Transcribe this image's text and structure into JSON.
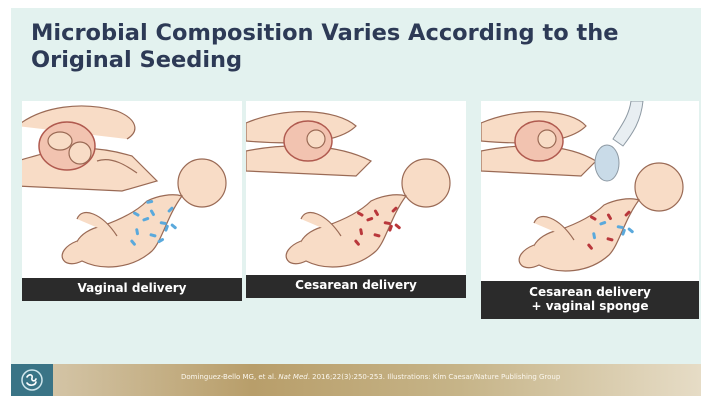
{
  "slide": {
    "title": "Microbial Composition Varies According to the Original Seeding",
    "panels": [
      {
        "caption_lines": [
          "Vaginal delivery"
        ],
        "microbe_color": "#5aa9dc",
        "icon": "vaginal-delivery-illustration"
      },
      {
        "caption_lines": [
          "Cesarean delivery"
        ],
        "microbe_color": "#b9373b",
        "icon": "cesarean-delivery-illustration"
      },
      {
        "caption_lines": [
          "Cesarean delivery",
          "+ vaginal sponge"
        ],
        "microbe_color_1": "#b9373b",
        "microbe_color_2": "#5aa9dc",
        "icon": "cesarean-sponge-illustration"
      }
    ],
    "footer": {
      "citation_authors": "Dominguez-Bello MG, et al.",
      "citation_journal": "Nat Med",
      "citation_details": ". 2016;22(3):250-253. Illustrations: Kim Caesar/Nature Publishing Group",
      "logo_icon": "infinity-logo-icon"
    },
    "colors": {
      "background": "#e3f2ef",
      "title": "#2d3a56",
      "caption_bar": "#2b2b2b",
      "skin": "#f8dcc6",
      "outline": "#9a6a55"
    }
  }
}
